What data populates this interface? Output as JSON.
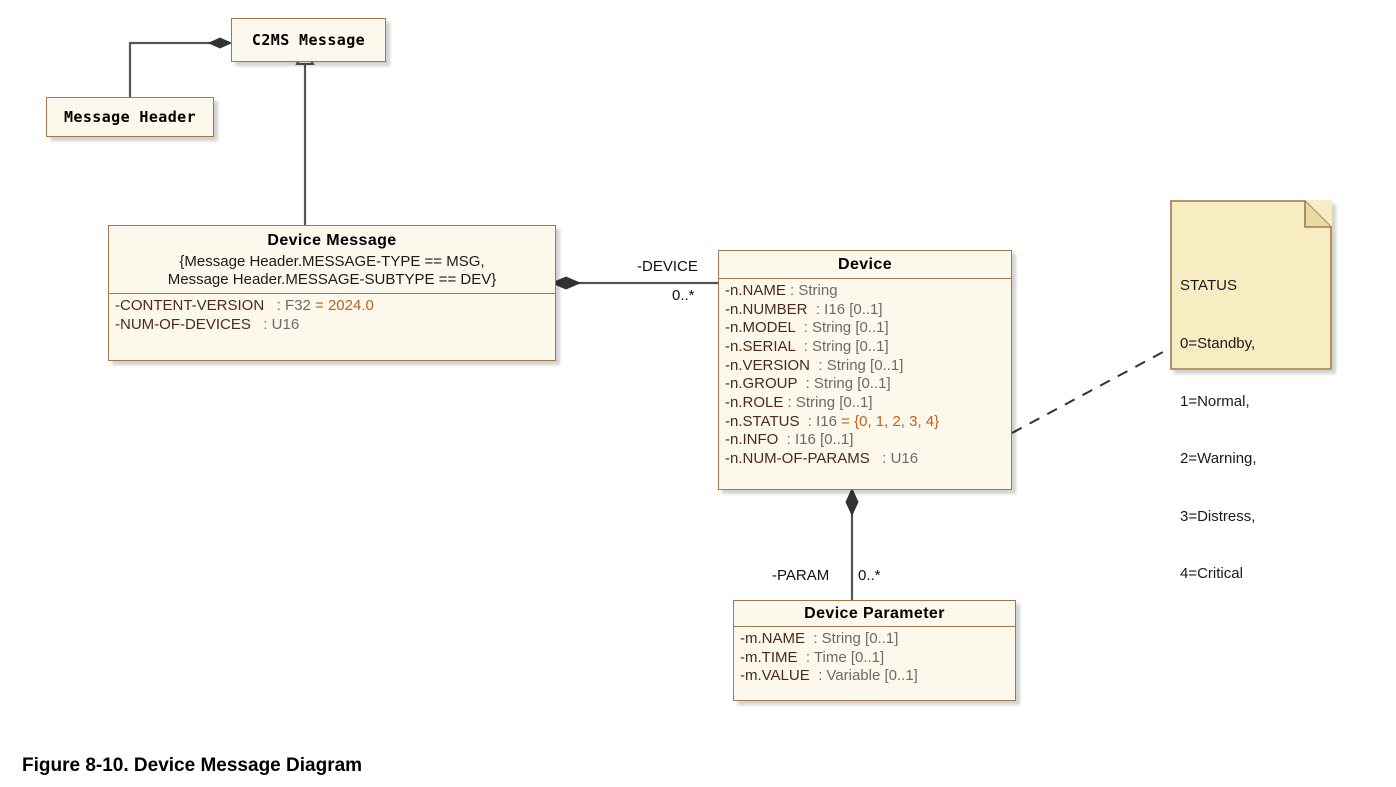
{
  "figure": {
    "caption": "Figure 8-10.  Device Message Diagram"
  },
  "classes": {
    "c2ms_message": {
      "title": "C2MS Message"
    },
    "message_header": {
      "title": "Message Header"
    },
    "device_message": {
      "title": "Device Message",
      "constraint_line1": "{Message Header.MESSAGE-TYPE == MSG,",
      "constraint_line2": "Message Header.MESSAGE-SUBTYPE == DEV}",
      "attributes": [
        {
          "name": "-CONTENT-VERSION",
          "sep": "   : ",
          "type": "F32",
          "default": " = 2024.0"
        },
        {
          "name": "-NUM-OF-DEVICES",
          "sep": "   : ",
          "type": "U16",
          "default": ""
        }
      ]
    },
    "device": {
      "title": "Device",
      "attributes": [
        {
          "name": "-n.NAME",
          "sep": " : ",
          "type": "String",
          "default": ""
        },
        {
          "name": "-n.NUMBER",
          "sep": "  : ",
          "type": "I16 [0..1]",
          "default": ""
        },
        {
          "name": "-n.MODEL",
          "sep": "  : ",
          "type": "String [0..1]",
          "default": ""
        },
        {
          "name": "-n.SERIAL",
          "sep": "  : ",
          "type": "String [0..1]",
          "default": ""
        },
        {
          "name": "-n.VERSION",
          "sep": "  : ",
          "type": "String [0..1]",
          "default": ""
        },
        {
          "name": "-n.GROUP",
          "sep": "  : ",
          "type": "String [0..1]",
          "default": ""
        },
        {
          "name": "-n.ROLE",
          "sep": " : ",
          "type": "String [0..1]",
          "default": ""
        },
        {
          "name": "-n.STATUS",
          "sep": "  : ",
          "type": "I16",
          "default": " = {0, 1, 2, 3, 4}"
        },
        {
          "name": "-n.INFO",
          "sep": "  : ",
          "type": "I16 [0..1]",
          "default": ""
        },
        {
          "name": "-n.NUM-OF-PARAMS",
          "sep": "   : ",
          "type": "U16",
          "default": ""
        }
      ]
    },
    "device_parameter": {
      "title": "Device Parameter",
      "attributes": [
        {
          "name": "-m.NAME",
          "sep": "  : ",
          "type": "String [0..1]",
          "default": ""
        },
        {
          "name": "-m.TIME",
          "sep": "  : ",
          "type": "Time [0..1]",
          "default": ""
        },
        {
          "name": "-m.VALUE",
          "sep": "  : ",
          "type": "Variable [0..1]",
          "default": ""
        }
      ]
    }
  },
  "note_status": {
    "title": "STATUS",
    "lines": [
      "0=Standby,",
      "1=Normal,",
      "2=Warning,",
      "3=Distress,",
      "4=Critical"
    ]
  },
  "edges": {
    "header_to_c2ms": {
      "role": "",
      "multiplicity": ""
    },
    "devicemessage_to_device": {
      "role": "-DEVICE",
      "multiplicity": "0..*"
    },
    "device_to_param": {
      "role": "-PARAM",
      "multiplicity": "0..*"
    }
  },
  "colors": {
    "class_fill": "#fdf8ec",
    "class_border": "#9c7a4e",
    "note_fill": "#f8ecc2",
    "note_border": "#9c7a4e",
    "attr_name": "#4a2a19",
    "attr_type": "#6b6b6b",
    "attr_default": "#b5651d",
    "edge_stroke": "#555555"
  }
}
